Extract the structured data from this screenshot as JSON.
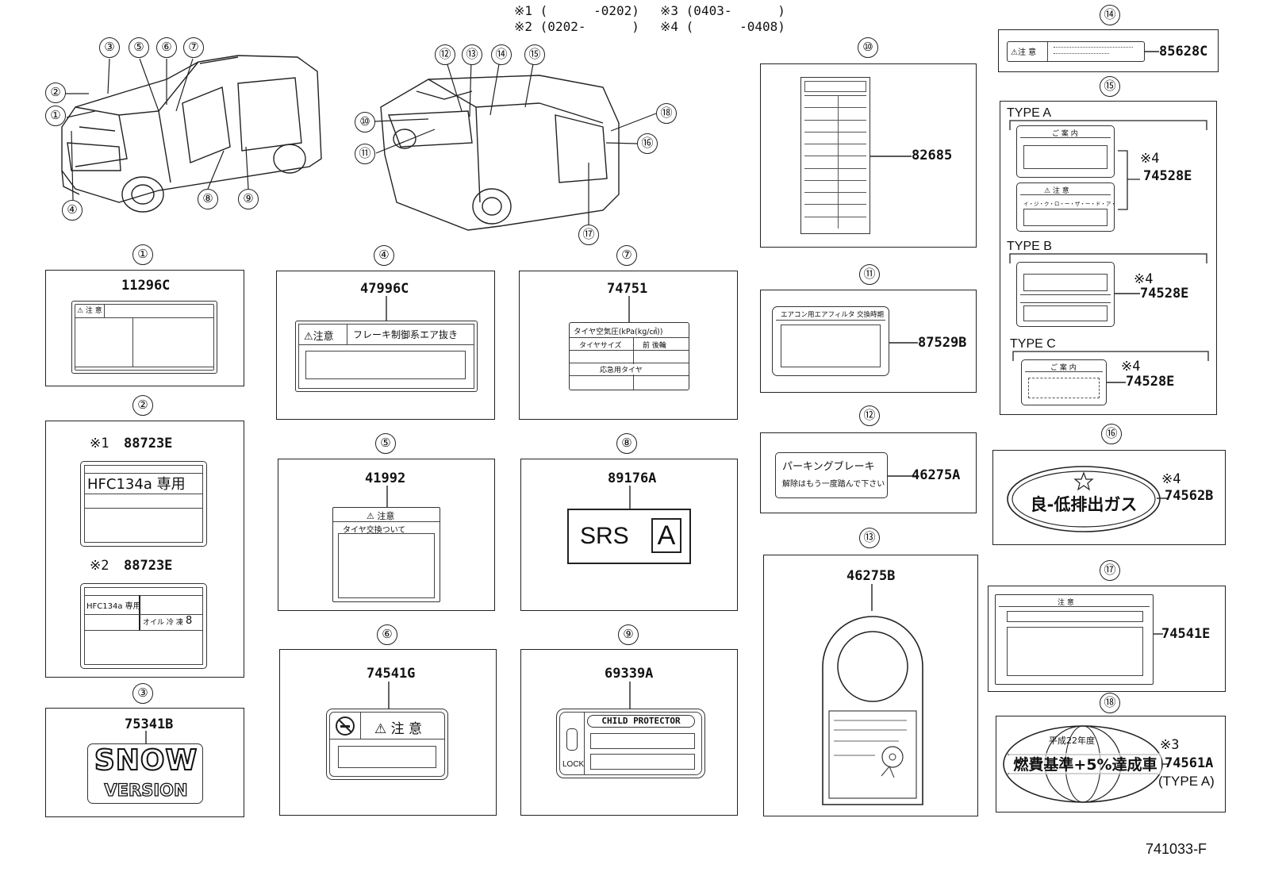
{
  "header_notes": {
    "n1": "※1 (      -0202)",
    "n2": "※2 (0202-      )",
    "n3": "※3 (0403-      )",
    "n4": "※4 (      -0408)"
  },
  "markers": [
    "①",
    "②",
    "③",
    "④",
    "⑤",
    "⑥",
    "⑦",
    "⑧",
    "⑨",
    "⑩",
    "⑪",
    "⑫",
    "⑬",
    "⑭",
    "⑮",
    "⑯",
    "⑰",
    "⑱"
  ],
  "panels": {
    "p1": {
      "marker": "①",
      "part": "11296C",
      "caution_hdr": "⚠ 注 意"
    },
    "p2": {
      "marker": "②",
      "note1": "※1",
      "part1": "88723E",
      "text1": "HFC134a 専用",
      "note2": "※2",
      "part2": "88723E",
      "text2": "HFC134a 専用",
      "oil_text": "オイル 冷 凍",
      "oil_num": "8"
    },
    "p3": {
      "marker": "③",
      "part": "75341B",
      "snow": "SNOW",
      "version": "VERSION"
    },
    "p4": {
      "marker": "④",
      "part": "47996C",
      "caution": "⚠注意",
      "brake_text": "フレーキ制御系エア抜き"
    },
    "p5": {
      "marker": "⑤",
      "part": "41992",
      "caution": "⚠ 注意",
      "tire_text": "タイヤ交換ついて"
    },
    "p6": {
      "marker": "⑥",
      "part": "74541G",
      "caution": "⚠ 注 意"
    },
    "p7": {
      "marker": "⑦",
      "part": "74751",
      "pressure": "タイヤ空気圧(kPa(kg/㎠))",
      "size": "タイヤサイズ",
      "front_rear": "前  後輪",
      "spare": "応急用タイヤ"
    },
    "p8": {
      "marker": "⑧",
      "part": "89176A",
      "srs": "SRS",
      "srs_letter": "A"
    },
    "p9": {
      "marker": "⑨",
      "part": "69339A",
      "child": "CHILD PROTECTOR",
      "lock": "LOCK"
    },
    "p10": {
      "marker": "⑩",
      "part": "82685"
    },
    "p11": {
      "marker": "⑪",
      "part": "87529B",
      "filter": "エアコン用エアフィルタ 交換時期"
    },
    "p12": {
      "marker": "⑫",
      "part": "46275A",
      "line1": "パーキングブレーキ",
      "line2": "解除はもう一度踏んで下さい"
    },
    "p13": {
      "marker": "⑬",
      "part": "46275B"
    },
    "p14": {
      "marker": "⑭",
      "part": "85628C",
      "caution": "⚠注 意"
    },
    "p15": {
      "marker": "⑮",
      "typeA": "TYPE A",
      "typeB": "TYPE B",
      "typeC": "TYPE C",
      "note": "※4",
      "partA": "74528E",
      "partB": "74528E",
      "partC": "74528E",
      "annai": "ご 案 内",
      "chui": "⚠ 注  意",
      "easy_door": "イ・ジ・ク・ロ・ー・ザ・ー・ド・ア・"
    },
    "p16": {
      "marker": "⑯",
      "note": "※4",
      "part": "74562B",
      "text": "良-低排出ガス"
    },
    "p17": {
      "marker": "⑰",
      "part": "74541E",
      "chui": "注  意"
    },
    "p18": {
      "marker": "⑱",
      "note": "※3",
      "part": "74561A",
      "type": "(TYPE A)",
      "year": "平成22年度",
      "text": "燃費基準+5%達成車"
    }
  },
  "figure_id": "741033-F"
}
